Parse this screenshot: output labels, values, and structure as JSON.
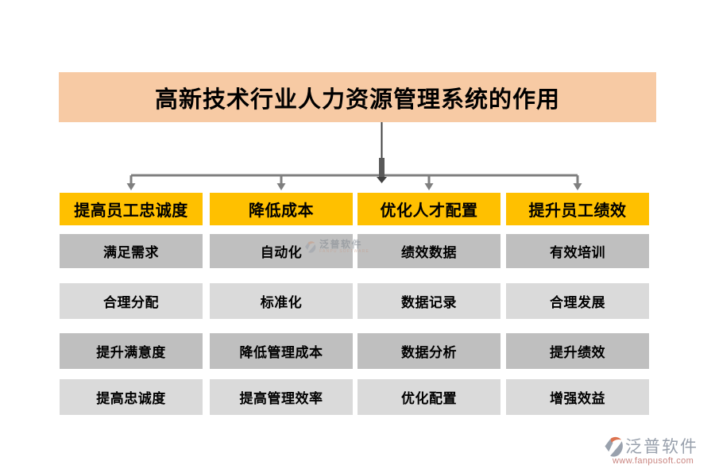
{
  "title": "高新技术行业人力资源管理系统的作用",
  "columns": [
    {
      "header": "提高员工忠诚度",
      "items": [
        "满足需求",
        "合理分配",
        "提升满意度",
        "提高忠诚度"
      ]
    },
    {
      "header": "降低成本",
      "items": [
        "自动化",
        "标准化",
        "降低管理成本",
        "提高管理效率"
      ]
    },
    {
      "header": "优化人才配置",
      "items": [
        "绩效数据",
        "数据记录",
        "数据分析",
        "优化配置"
      ]
    },
    {
      "header": "提升员工绩效",
      "items": [
        "有效培训",
        "合理发展",
        "提升绩效",
        "增强效益"
      ]
    }
  ],
  "watermark": {
    "text": "泛普软件",
    "caption": "FANPU SOFTWARE"
  },
  "logo": {
    "text": "泛普软件",
    "url": "www.fanpusoft.com"
  },
  "colors": {
    "background": "#FFFFFF",
    "title_bg": "#F7CAA4",
    "title_text": "#000000",
    "header_bg": "#FFC000",
    "header_text": "#000000",
    "row_odd": "#BFBFBF",
    "row_even": "#DADADA",
    "item_text": "#000000",
    "line": "#7F7F7F",
    "trunk": "#595959",
    "trunk_thin": "#404040",
    "logo_text": "#98A0AC",
    "logo_url": "#C98580",
    "logo_orange": "#DD7350",
    "logo_gray": "#99A1AD"
  }
}
